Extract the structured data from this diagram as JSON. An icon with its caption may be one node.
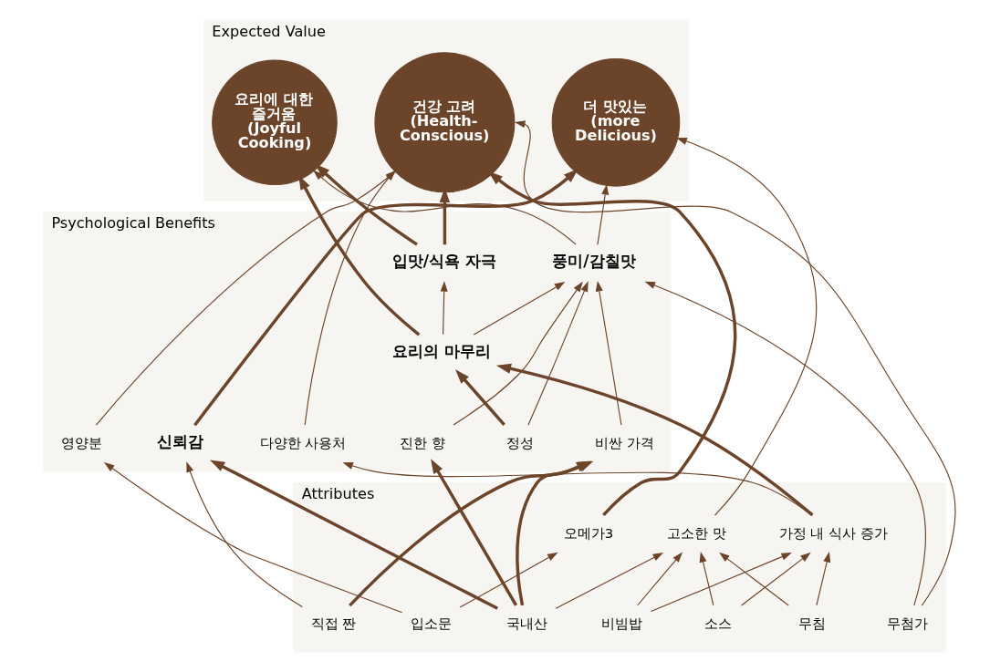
{
  "diagram": {
    "nodes": [
      {
        "text": [
          "Expected Value"
        ]
      },
      {
        "text": [
          "더 맛있는 (more Delicious)"
        ],
        "in": 0
      },
      {
        "text": [
          "요리에 대한 즐거움 (Joyful Cooking)"
        ],
        "in": 0
      },
      {
        "text": [
          "건강 고려 (Health-Conscious)"
        ],
        "in": 0
      },
      {
        "text": [
          "Psychological Benefits"
        ]
      },
      {
        "text": [
          "신뢰감"
        ],
        "in": 4
      },
      {
        "text": [
          "풍미/감칠맛"
        ],
        "in": 4
      },
      {
        "text": [
          "입맛/식욕 자극"
        ],
        "in": 4
      },
      {
        "text": [
          "요리의 마무리"
        ],
        "in": 4
      },
      {
        "text": [
          "다양한 사용처"
        ],
        "in": 4
      },
      {
        "text": [
          "영양분"
        ],
        "in": 4
      },
      {
        "text": [
          "진한 향"
        ],
        "in": 4
      },
      {
        "text": [
          "비싼 가격"
        ],
        "in": 4
      },
      {
        "text": [
          "정성"
        ],
        "in": 4
      },
      {
        "text": [
          "Attributes"
        ]
      },
      {
        "text": [
          "고소한 맛"
        ],
        "in": 14
      },
      {
        "text": [
          "가정 내 식사 증가"
        ],
        "in": 14
      },
      {
        "text": [
          "오메가3"
        ],
        "in": 14
      },
      {
        "text": [
          "직접 짠"
        ],
        "in": 14
      },
      {
        "text": [
          "국내산"
        ],
        "in": 14
      },
      {
        "text": [
          "비빔밥"
        ],
        "in": 14
      },
      {
        "text": [
          "무침"
        ],
        "in": 14
      },
      {
        "text": [
          "소스"
        ],
        "in": 14
      },
      {
        "text": [
          "무첨가"
        ],
        "in": 14
      },
      {
        "text": [
          "입소문"
        ],
        "in": 14
      }
    ],
    "edges": [
      {
        "from": 5,
        "to": 1,
        "arrow": "to",
        "style": "thick"
      },
      {
        "from": 6,
        "to": 1,
        "arrow": "to"
      },
      {
        "from": 15,
        "to": 1,
        "arrow": "to"
      },
      {
        "from": 6,
        "to": 2,
        "arrow": "to"
      },
      {
        "from": 8,
        "to": 2,
        "arrow": "to",
        "style": "thick"
      },
      {
        "from": 7,
        "to": 2,
        "arrow": "to",
        "style": "thick"
      },
      {
        "from": 7,
        "to": 3,
        "arrow": "to",
        "style": "thick"
      },
      {
        "from": 9,
        "to": 3,
        "arrow": "to"
      },
      {
        "from": 23,
        "to": 3,
        "arrow": "to"
      },
      {
        "from": 10,
        "to": 3,
        "arrow": "to"
      },
      {
        "from": 17,
        "to": 3,
        "arrow": "to",
        "style": "thick"
      },
      {
        "from": 8,
        "to": 6,
        "arrow": "to"
      },
      {
        "from": 8,
        "to": 7,
        "arrow": "to"
      },
      {
        "from": 11,
        "to": 6,
        "arrow": "to"
      },
      {
        "from": 12,
        "to": 6,
        "arrow": "to"
      },
      {
        "from": 13,
        "to": 6,
        "arrow": "to"
      },
      {
        "from": 13,
        "to": 8,
        "arrow": "to",
        "style": "thick"
      },
      {
        "from": 23,
        "to": 6,
        "arrow": "to"
      },
      {
        "from": 18,
        "to": 5,
        "arrow": "to"
      },
      {
        "from": 19,
        "to": 5,
        "arrow": "to",
        "style": "thick"
      },
      {
        "from": 18,
        "to": 12,
        "arrow": "to",
        "style": "thick"
      },
      {
        "from": 19,
        "to": 12,
        "arrow": "to",
        "style": "thick"
      },
      {
        "from": 19,
        "to": 11,
        "arrow": "to",
        "style": "thick"
      },
      {
        "from": 19,
        "to": 15,
        "arrow": "to"
      },
      {
        "from": 16,
        "to": 8,
        "arrow": "to",
        "style": "thick"
      },
      {
        "from": 16,
        "to": 9,
        "arrow": "to"
      },
      {
        "from": 20,
        "to": 15,
        "arrow": "to"
      },
      {
        "from": 20,
        "to": 16,
        "arrow": "to"
      },
      {
        "from": 21,
        "to": 15,
        "arrow": "to"
      },
      {
        "from": 21,
        "to": 16,
        "arrow": "to"
      },
      {
        "from": 22,
        "to": 15,
        "arrow": "to"
      },
      {
        "from": 22,
        "to": 16,
        "arrow": "to"
      },
      {
        "from": 24,
        "to": 10,
        "arrow": "to"
      },
      {
        "from": 24,
        "to": 17,
        "arrow": "to"
      }
    ]
  }
}
